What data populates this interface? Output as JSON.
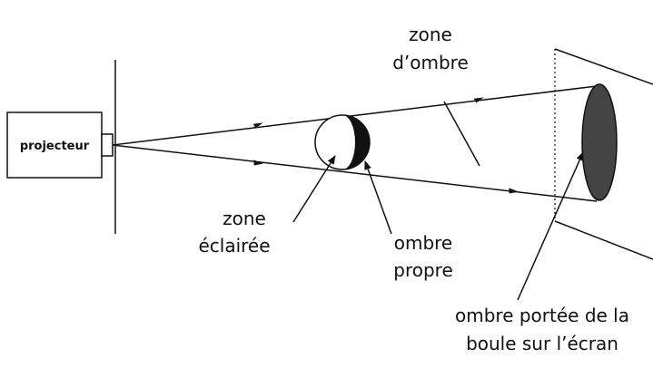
{
  "labels": {
    "projector": "projecteur",
    "shadow_zone": [
      "zone",
      "d’ombre"
    ],
    "lit_zone": [
      "zone",
      "éclairée"
    ],
    "own_shadow": [
      "ombre",
      "propre"
    ],
    "cast_shadow": [
      "ombre portée de la",
      "boule sur l’écran"
    ]
  }
}
